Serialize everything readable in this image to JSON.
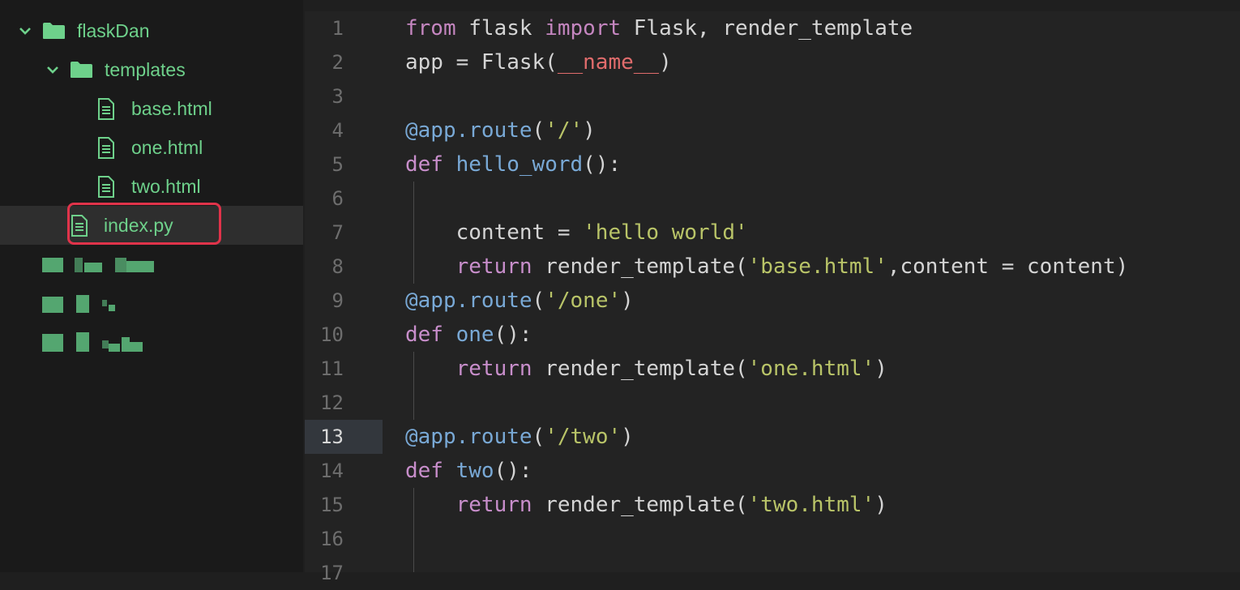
{
  "sidebar": {
    "root": {
      "label": "flaskDan",
      "expanded": true
    },
    "folder": {
      "label": "templates",
      "expanded": true
    },
    "files": [
      {
        "label": "base.html"
      },
      {
        "label": "one.html"
      },
      {
        "label": "two.html"
      }
    ],
    "selected_file": {
      "label": "index.py"
    },
    "icons": {
      "chevron": "chevron-down-icon",
      "folder": "folder-icon",
      "file": "file-icon"
    }
  },
  "editor": {
    "active_line": 13,
    "line_numbers": [
      "1",
      "2",
      "3",
      "4",
      "5",
      "6",
      "7",
      "8",
      "9",
      "10",
      "11",
      "12",
      "13",
      "14",
      "15",
      "16",
      "17"
    ],
    "lines": [
      {
        "t": [
          [
            "kw",
            "from"
          ],
          [
            "p",
            " flask "
          ],
          [
            "kw",
            "import"
          ],
          [
            "p",
            " Flask, render_template"
          ]
        ]
      },
      {
        "t": [
          [
            "p",
            "app = Flask("
          ],
          [
            "dunder",
            "__name__"
          ],
          [
            "p",
            ")"
          ]
        ]
      },
      {
        "t": []
      },
      {
        "t": [
          [
            "dec",
            "@app.route"
          ],
          [
            "p",
            "("
          ],
          [
            "str",
            "'/'"
          ],
          [
            "p",
            ")"
          ]
        ]
      },
      {
        "t": [
          [
            "kw2",
            "def"
          ],
          [
            "p",
            " "
          ],
          [
            "fn",
            "hello_word"
          ],
          [
            "p",
            "():"
          ]
        ]
      },
      {
        "t": []
      },
      {
        "t": [
          [
            "p",
            "    content = "
          ],
          [
            "str",
            "'hello world'"
          ]
        ]
      },
      {
        "t": [
          [
            "p",
            "    "
          ],
          [
            "kw2",
            "return"
          ],
          [
            "p",
            " render_template("
          ],
          [
            "str",
            "'base.html'"
          ],
          [
            "p",
            ",content = content)"
          ]
        ]
      },
      {
        "t": [
          [
            "dec",
            "@app.route"
          ],
          [
            "p",
            "("
          ],
          [
            "str",
            "'/one'"
          ],
          [
            "p",
            ")"
          ]
        ]
      },
      {
        "t": [
          [
            "kw2",
            "def"
          ],
          [
            "p",
            " "
          ],
          [
            "fn",
            "one"
          ],
          [
            "p",
            "():"
          ]
        ]
      },
      {
        "t": [
          [
            "p",
            "    "
          ],
          [
            "kw2",
            "return"
          ],
          [
            "p",
            " render_template("
          ],
          [
            "str",
            "'one.html'"
          ],
          [
            "p",
            ")"
          ]
        ]
      },
      {
        "t": []
      },
      {
        "t": [
          [
            "dec",
            "@app.route"
          ],
          [
            "p",
            "("
          ],
          [
            "str",
            "'/two'"
          ],
          [
            "p",
            ")"
          ]
        ]
      },
      {
        "t": [
          [
            "kw2",
            "def"
          ],
          [
            "p",
            " "
          ],
          [
            "fn",
            "two"
          ],
          [
            "p",
            "():"
          ]
        ]
      },
      {
        "t": [
          [
            "p",
            "    "
          ],
          [
            "kw2",
            "return"
          ],
          [
            "p",
            " render_template("
          ],
          [
            "str",
            "'two.html'"
          ],
          [
            "p",
            ")"
          ]
        ]
      },
      {
        "t": []
      },
      {
        "t": []
      }
    ]
  }
}
